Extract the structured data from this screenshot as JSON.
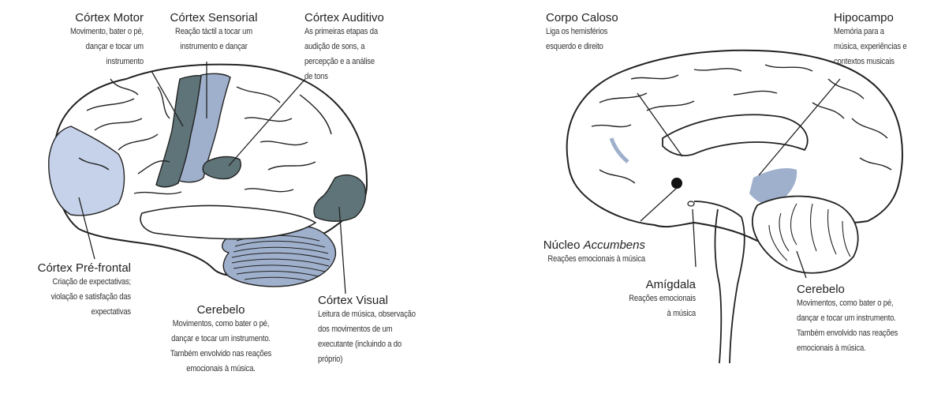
{
  "left_brain": {
    "motor": {
      "title": "Córtex Motor",
      "desc": [
        "Movimento, bater o pé,",
        "dançar e tocar um",
        "instrumento"
      ]
    },
    "sensorial": {
      "title": "Córtex Sensorial",
      "desc": [
        "Reação táctil a tocar um",
        "instrumento e dançar"
      ]
    },
    "auditivo": {
      "title": "Córtex Auditivo",
      "desc": [
        "As primeiras etapas da",
        "audição de sons, a",
        "percepção e a análise",
        "de tons"
      ]
    },
    "prefrontal": {
      "title": "Córtex Pré-frontal",
      "desc": [
        "Criação de expectativas;",
        "violação e satisfação das",
        "expectativas"
      ]
    },
    "cerebelo": {
      "title": "Cerebelo",
      "desc": [
        "Movimentos, como bater o pé,",
        "dançar e tocar um instrumento.",
        "Também envolvido nas reações",
        "emocionais à música."
      ]
    },
    "visual": {
      "title": "Córtex Visual",
      "desc": [
        "Leitura de música, observação",
        "dos movimentos de um",
        "executante (incluindo a do",
        "próprio)"
      ]
    }
  },
  "right_brain": {
    "caloso": {
      "title": "Corpo Caloso",
      "desc": [
        "Liga os hemisférios",
        "esquerdo e direito"
      ]
    },
    "hipocampo": {
      "title": "Hipocampo",
      "desc": [
        "Memória para a",
        "música, experiências e",
        "contextos musicais"
      ]
    },
    "accumbens": {
      "title_prefix": "Núcleo ",
      "title_italic": "Accumbens",
      "desc": [
        "Reações emocionais à música"
      ]
    },
    "amigdala": {
      "title": "Amígdala",
      "desc": [
        "Reações emocionais",
        "à música"
      ]
    },
    "cerebelo": {
      "title": "Cerebelo",
      "desc": [
        "Movimentos, como bater o pé,",
        "dançar e tocar um instrumento.",
        "Também envolvido nas reações",
        "emocionais à música."
      ]
    }
  },
  "colors": {
    "dark_region": "#5f7478",
    "mid_region": "#9fb0cc",
    "light_region": "#c5d2ea",
    "outline": "#222222"
  }
}
